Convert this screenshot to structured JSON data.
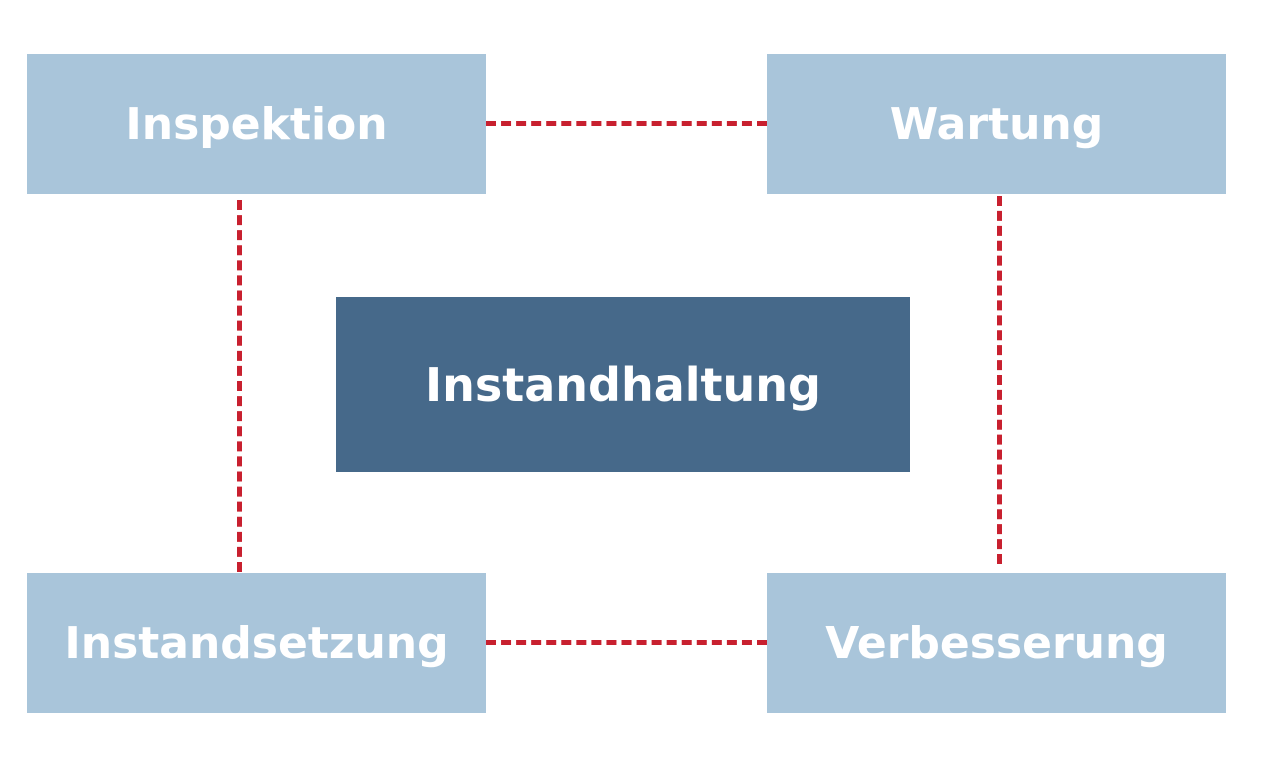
{
  "colors": {
    "light_box": "#a9c5da",
    "center_box": "#46698a",
    "connector": "#c8202f",
    "text": "#ffffff"
  },
  "diagram": {
    "center": {
      "label": "Instandhaltung"
    },
    "nodes": {
      "top_left": {
        "label": "Inspektion"
      },
      "top_right": {
        "label": "Wartung"
      },
      "bottom_left": {
        "label": "Instandsetzung"
      },
      "bottom_right": {
        "label": "Verbesserung"
      }
    },
    "connectors": [
      {
        "from": "Inspektion",
        "to": "Wartung",
        "style": "dashed"
      },
      {
        "from": "Inspektion",
        "to": "Instandsetzung",
        "style": "dashed"
      },
      {
        "from": "Wartung",
        "to": "Verbesserung",
        "style": "dashed"
      },
      {
        "from": "Instandsetzung",
        "to": "Verbesserung",
        "style": "dashed"
      }
    ]
  }
}
